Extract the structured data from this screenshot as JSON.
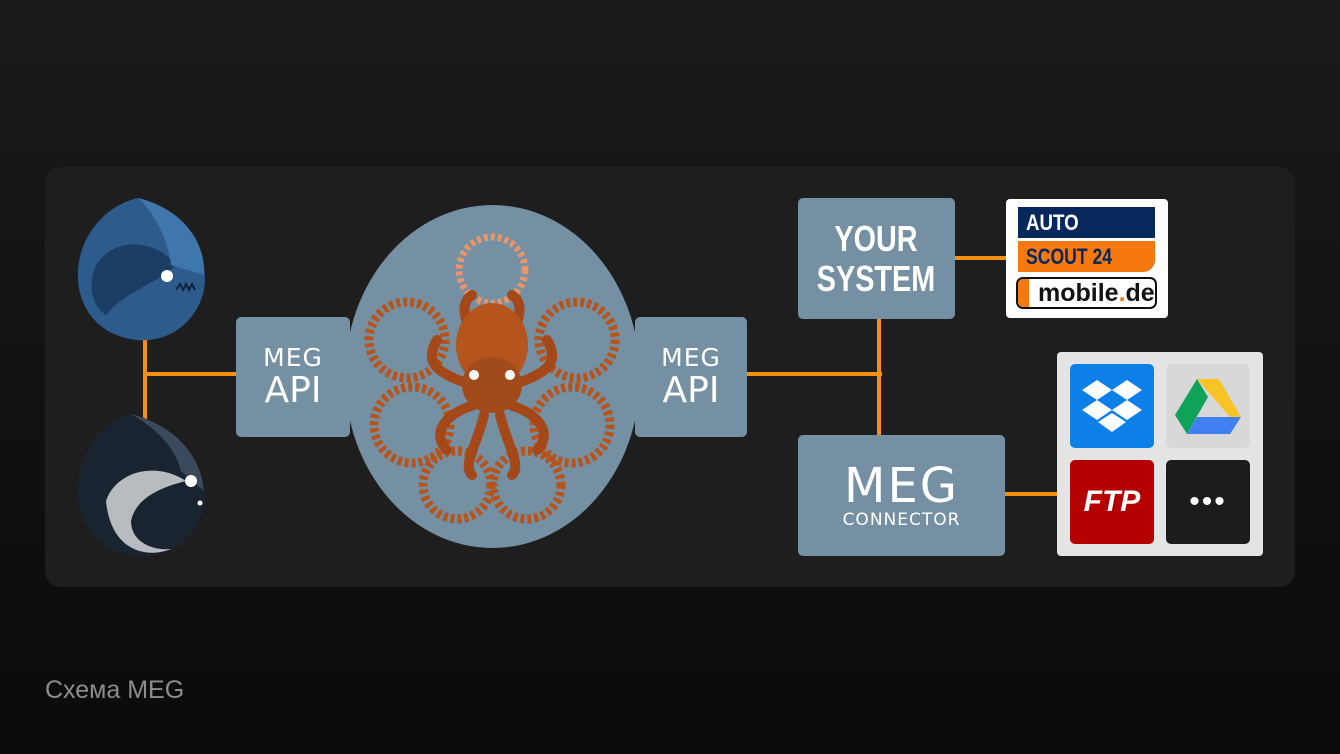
{
  "diagram": {
    "left_api": {
      "line1": "MEG",
      "line2": "API"
    },
    "right_api": {
      "line1": "MEG",
      "line2": "API"
    },
    "your_system": {
      "line1": "YOUR",
      "line2": "SYSTEM"
    },
    "connector": {
      "line1": "MEG",
      "line2": "CONNECTOR"
    },
    "marketplaces": {
      "auto": "AUTO",
      "scout": "SCOUT 24",
      "mobile_prefix": "mobile",
      "mobile_dot": ".",
      "mobile_suffix": "de"
    },
    "storage": {
      "ftp": "FTP",
      "more": "•••"
    },
    "icons": [
      "blue-fish-logo",
      "orca-logo",
      "octopus",
      "dropbox-icon",
      "google-drive-icon",
      "ftp-icon",
      "more-icon"
    ],
    "colors": {
      "accent": "#f5910f",
      "box": "#7590a2",
      "octopus": "#b5541c"
    }
  },
  "caption": "Схема MEG"
}
